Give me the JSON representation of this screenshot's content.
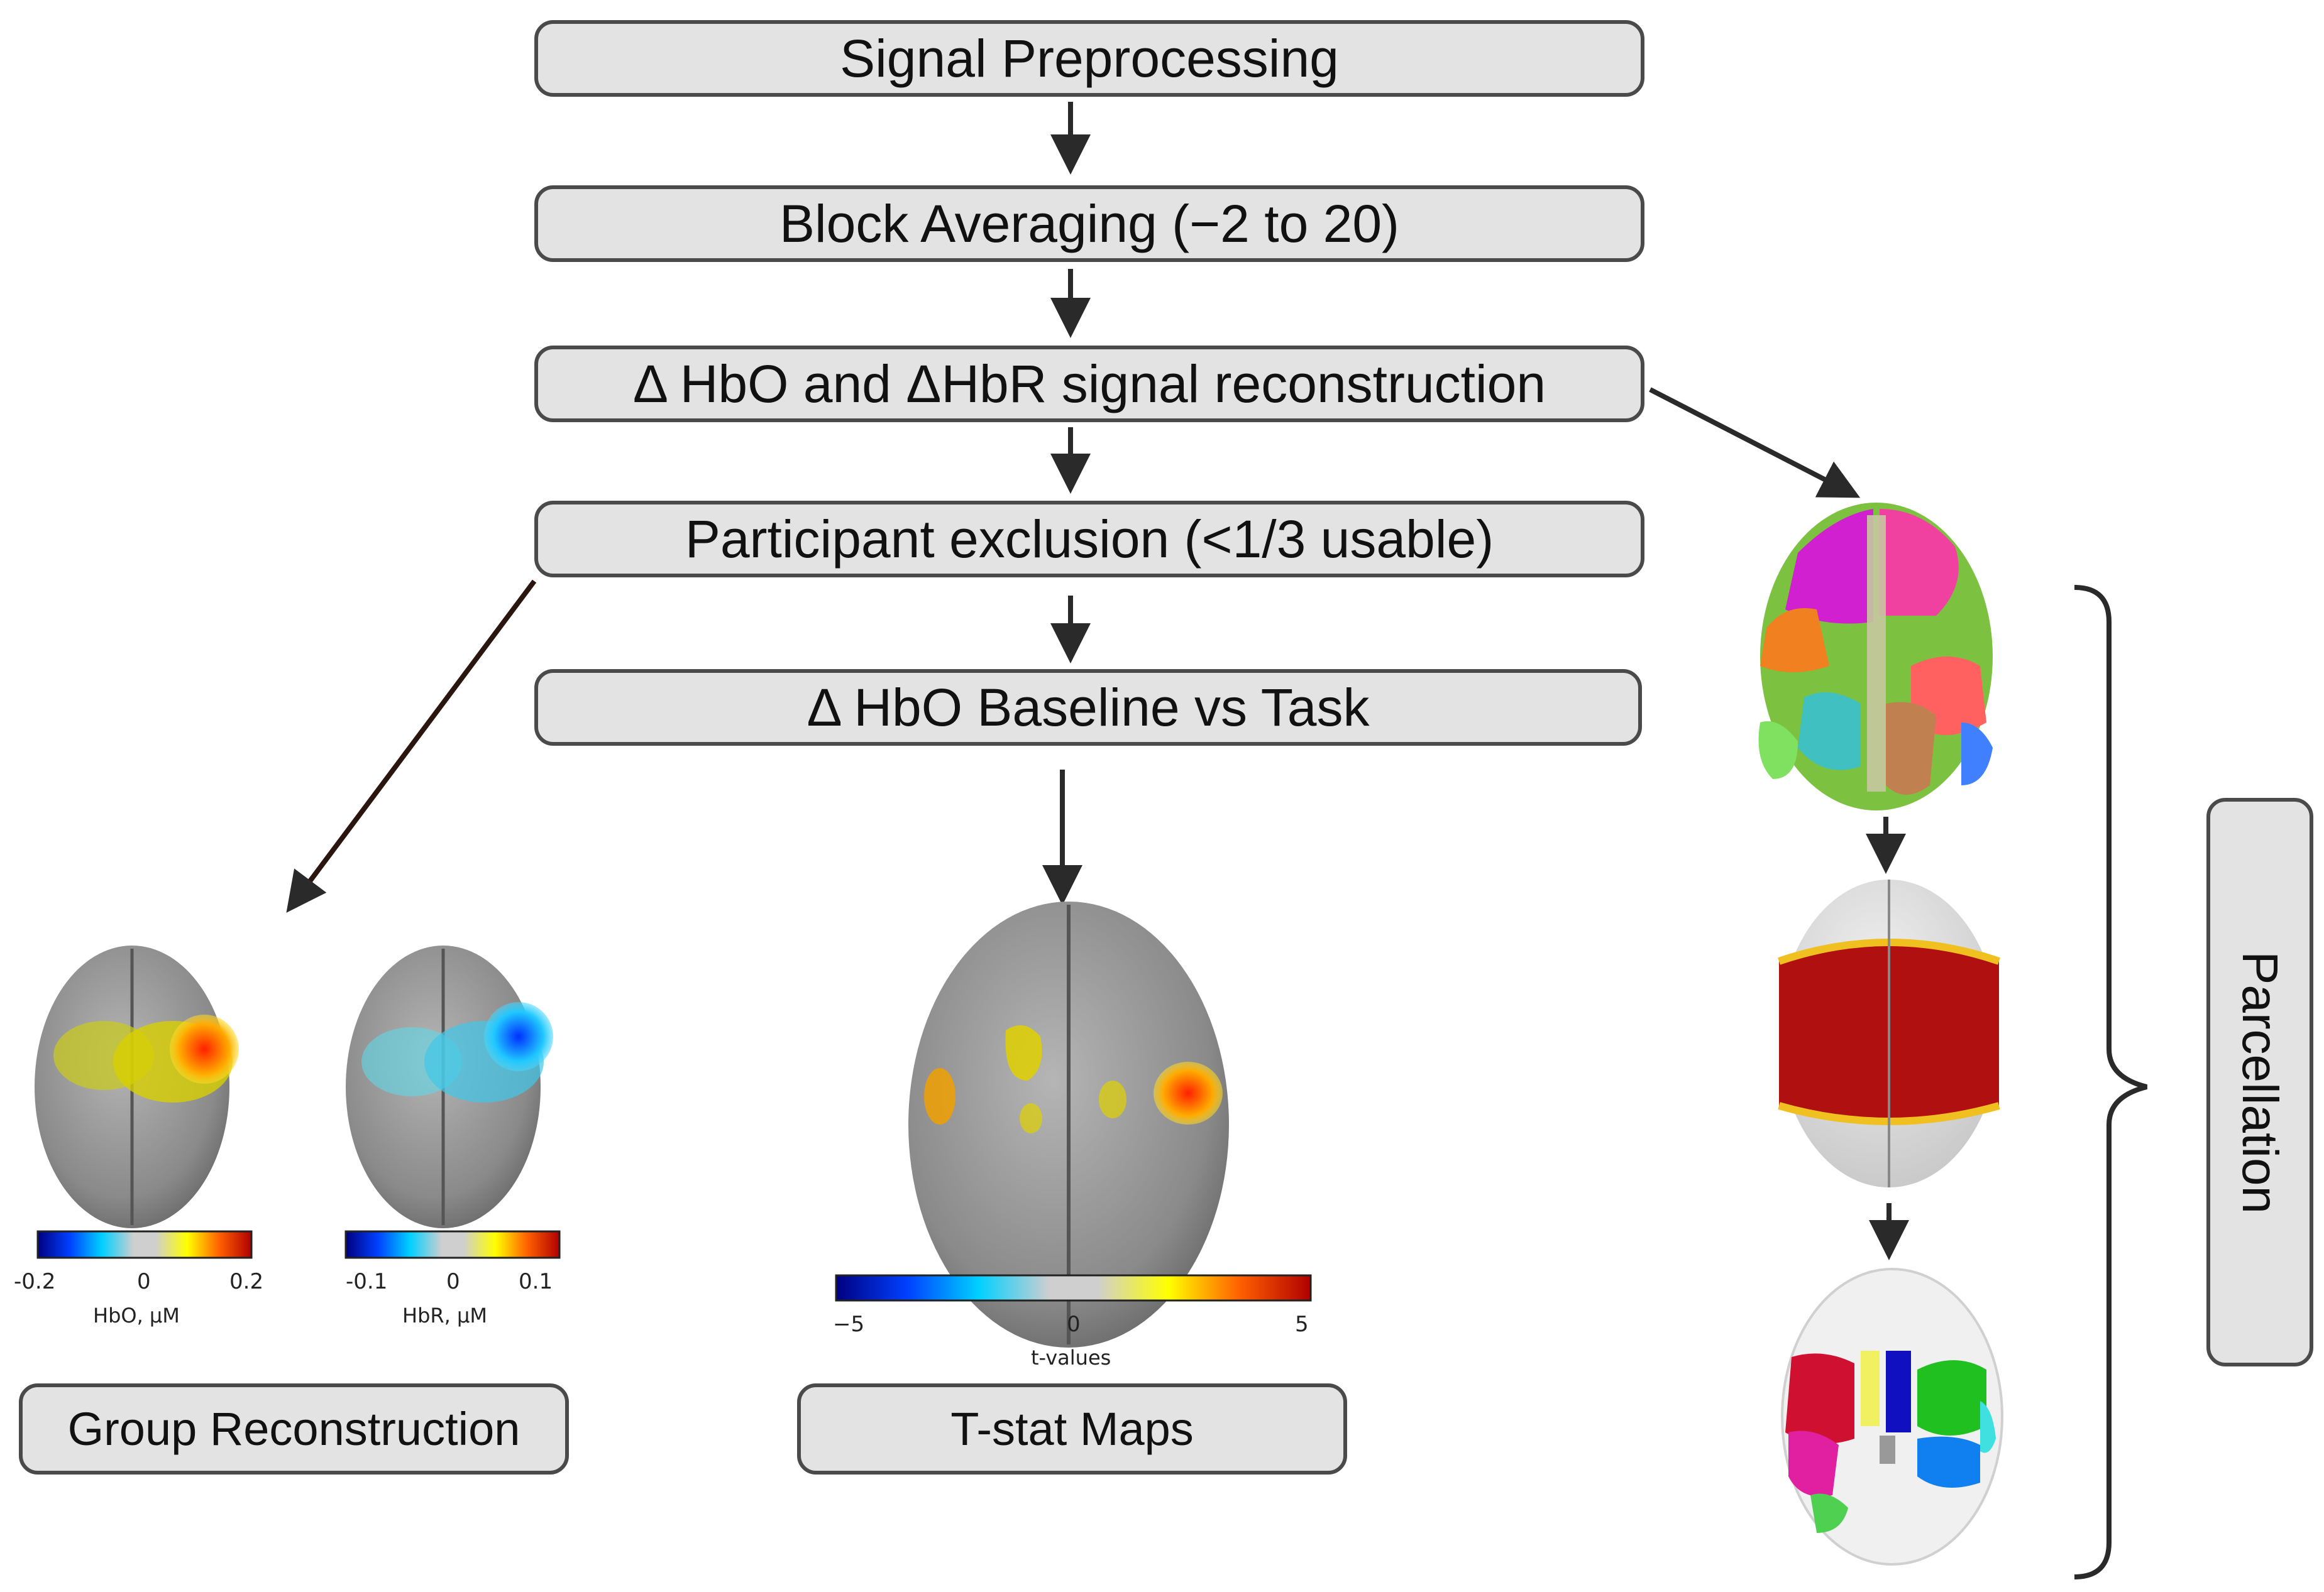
{
  "flow": {
    "step1": "Signal Preprocessing",
    "step2": "Block Averaging (−2 to 20)",
    "step3": "Δ HbO and ΔHbR signal reconstruction",
    "step4": "Participant exclusion (<1/3 usable)",
    "step5": "Δ HbO Baseline vs Task"
  },
  "outputs": {
    "group": "Group Reconstruction",
    "tstat": "T-stat Maps",
    "parcellation": "Parcellation"
  },
  "colorbars": {
    "hbo": {
      "min": "-0.2",
      "mid": "0",
      "max": "0.2",
      "label": "HbO, μM"
    },
    "hbr": {
      "min": "-0.1",
      "mid": "0",
      "max": "0.1",
      "label": "HbR, μM"
    },
    "tval": {
      "min": "−5",
      "mid": "0",
      "max": "5",
      "label": "t-values"
    }
  },
  "colors": {
    "box_fill": "#e3e3e3",
    "box_border": "#4a4a4a",
    "arrow": "#2a2a2a",
    "brain_gray": "#8f8f8f",
    "activation_red": "#b01010"
  }
}
